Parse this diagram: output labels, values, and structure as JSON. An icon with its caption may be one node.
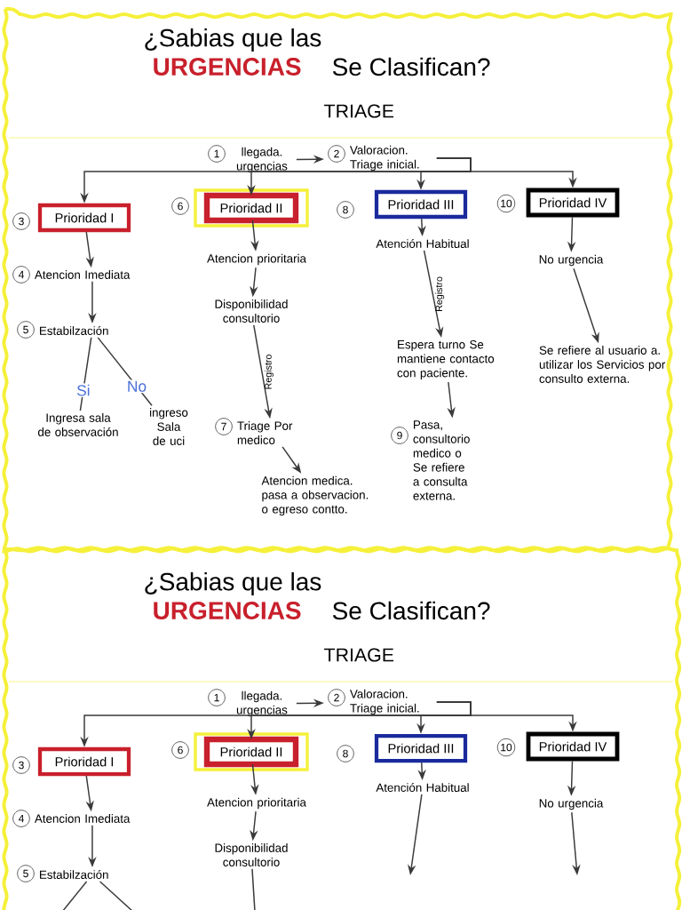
{
  "diagram": {
    "nodes": [
      {
        "text": [
          "llegada. urgencias"
        ],
        "beside": [
          "1"
        ]
      },
      {
        "text": [
          "Valoracion. Triage inicial."
        ],
        "beside": [
          "2"
        ]
      },
      {
        "text": [
          "Prioridad I"
        ],
        "beside": [
          "3"
        ]
      },
      {
        "text": [
          "Prioridad II"
        ],
        "beside": [
          "6"
        ]
      },
      {
        "text": [
          "Prioridad III"
        ],
        "beside": [
          "8"
        ]
      },
      {
        "text": [
          "Prioridad IV"
        ],
        "beside": [
          "10"
        ]
      },
      {
        "text": [
          "Atencion Imediata"
        ],
        "beside": [
          "4"
        ]
      },
      {
        "text": [
          "Estabilzación"
        ],
        "beside": [
          "5"
        ]
      },
      {
        "text": [
          "Ingresa sala de observación"
        ]
      },
      {
        "text": [
          "ingreso Sala de uci"
        ]
      },
      {
        "text": [
          "Atencion prioritaria"
        ]
      },
      {
        "text": [
          "Disponibilidad consultorio"
        ]
      },
      {
        "text": [
          "Triage Por medico"
        ],
        "beside": [
          "7"
        ]
      },
      {
        "text": [
          "Atencion medica. pasa a observacion. o egreso contto."
        ]
      },
      {
        "text": [
          "Atención Habitual"
        ]
      },
      {
        "text": [
          "Espera turno Se mantiene contacto con paciente."
        ]
      },
      {
        "text": [
          "Pasa, consultorio medico o Se refiere a consulta externa."
        ],
        "beside": [
          "9"
        ]
      },
      {
        "text": [
          "No urgencia"
        ]
      },
      {
        "text": [
          "Se refiere al usuario a. utilizar los Servicios por consulto externa."
        ]
      },
      {
        "text": [
          "llegada. urgencias"
        ],
        "beside": [
          "1"
        ]
      },
      {
        "text": [
          "Valoracion. Triage inicial."
        ],
        "beside": [
          "2"
        ]
      },
      {
        "text": [
          "Prioridad I"
        ],
        "beside": [
          "3"
        ]
      },
      {
        "text": [
          "Prioridad II"
        ],
        "beside": [
          "6"
        ]
      },
      {
        "text": [
          "Prioridad III"
        ],
        "beside": [
          "8"
        ]
      },
      {
        "text": [
          "Prioridad IV"
        ],
        "beside": [
          "10"
        ]
      },
      {
        "text": [
          "Atencion Imediata"
        ],
        "beside": [
          "4"
        ]
      },
      {
        "text": [
          "Estabilzación"
        ],
        "beside": [
          "5"
        ]
      },
      {
        "text": [
          "Atencion prioritaria"
        ]
      },
      {
        "text": [
          "Disponibilidad consultorio"
        ]
      },
      {
        "text": [
          "Atención Habitual"
        ]
      },
      {
        "text": [
          "No urgencia"
        ]
      }
    ],
    "edges": [
      {
        "from": 0,
        "to": 1,
        "arrow": "to"
      },
      {
        "from": 1,
        "to": 2,
        "arrow": "to"
      },
      {
        "from": 1,
        "to": 3,
        "arrow": "to"
      },
      {
        "from": 1,
        "to": 4,
        "arrow": "to"
      },
      {
        "from": 1,
        "to": 5,
        "arrow": "to"
      },
      {
        "from": 2,
        "to": 6,
        "arrow": "to"
      },
      {
        "from": 6,
        "to": 7,
        "arrow": "to"
      },
      {
        "from": 7,
        "to": 8,
        "arrow": "none",
        "label": "Si"
      },
      {
        "from": 7,
        "to": 9,
        "arrow": "none",
        "label": "No"
      },
      {
        "from": 3,
        "to": 10,
        "arrow": "to"
      },
      {
        "from": 10,
        "to": 11,
        "arrow": "to"
      },
      {
        "from": 11,
        "to": 12,
        "arrow": "to",
        "label": "Registro"
      },
      {
        "from": 12,
        "to": 13,
        "arrow": "to"
      },
      {
        "from": 4,
        "to": 14,
        "arrow": "to"
      },
      {
        "from": 14,
        "to": 15,
        "arrow": "to",
        "label": "Registro"
      },
      {
        "from": 15,
        "to": 16,
        "arrow": "to"
      },
      {
        "from": 5,
        "to": 17,
        "arrow": "to"
      },
      {
        "from": 17,
        "to": 18,
        "arrow": "to"
      },
      {
        "from": 19,
        "to": 20,
        "arrow": "to"
      },
      {
        "from": 20,
        "to": 21,
        "arrow": "to"
      },
      {
        "from": 20,
        "to": 22,
        "arrow": "to"
      },
      {
        "from": 20,
        "to": 23,
        "arrow": "to"
      },
      {
        "from": 20,
        "to": 24,
        "arrow": "to"
      },
      {
        "from": 21,
        "to": 25,
        "arrow": "to"
      },
      {
        "from": 25,
        "to": 26,
        "arrow": "to"
      },
      {
        "from": 22,
        "to": 27,
        "arrow": "to"
      },
      {
        "from": 27,
        "to": 28,
        "arrow": "to"
      },
      {
        "from": 23,
        "to": 29,
        "arrow": "to"
      },
      {
        "from": 24,
        "to": 30,
        "arrow": "to"
      },
      {
        "from": 26,
        "to": null,
        "arrow": "none"
      },
      {
        "from": 26,
        "to": null,
        "arrow": "none"
      },
      {
        "from": 28,
        "to": null,
        "arrow": "none"
      },
      {
        "from": 29,
        "to": null,
        "arrow": "to"
      },
      {
        "from": 30,
        "to": null,
        "arrow": "to"
      }
    ],
    "labels": [
      "¿Sabias que las",
      "URGENCIAS",
      "Se Clasifican?",
      "TRIAGE",
      "¿Sabias que las",
      "URGENCIAS",
      "Se Clasifican?",
      "TRIAGE"
    ]
  }
}
